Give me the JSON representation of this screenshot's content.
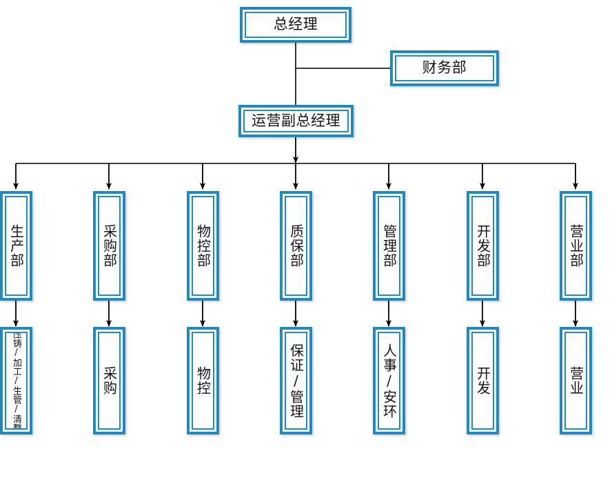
{
  "diagram": {
    "title_text": "",
    "accent_color": "#1f8ac0",
    "line_color": "#000000",
    "background": "#ffffff",
    "type": "organization-chart"
  },
  "nodes": {
    "general_manager": {
      "label": "总经理"
    },
    "finance_dept": {
      "label": "财务部"
    },
    "operations_vp": {
      "label": "运营副总经理"
    }
  },
  "departments": [
    {
      "label": "生产部",
      "sub": "压铸/加工/生管/清整"
    },
    {
      "label": "采购部",
      "sub": "采购"
    },
    {
      "label": "物控部",
      "sub": "物控"
    },
    {
      "label": "质保部",
      "sub": "保证/管理"
    },
    {
      "label": "管理部",
      "sub": "人事/安环"
    },
    {
      "label": "开发部",
      "sub": "开发"
    },
    {
      "label": "营业部",
      "sub": "营业"
    }
  ]
}
